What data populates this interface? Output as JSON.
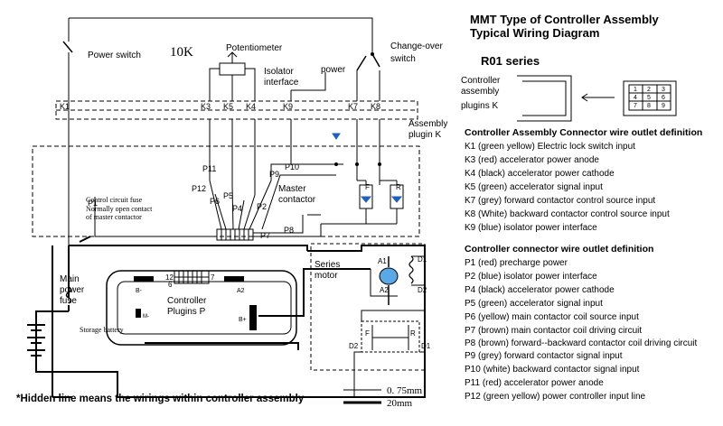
{
  "title_line1": "MMT Type of Controller Assembly",
  "title_line2": "Typical Wiring Diagram",
  "series": "R01 series",
  "plug_caption": [
    "Controller",
    "assembly",
    "plugins K"
  ],
  "plug_pins": [
    "1",
    "2",
    "3",
    "4",
    "5",
    "6",
    "7",
    "8",
    "9"
  ],
  "labels": {
    "power_switch": "Power switch",
    "pot_value": "10K",
    "potentiometer": "Potentiometer",
    "change_over": "Change-over",
    "switch": "switch",
    "isolator": "Isolator",
    "interface": "interface",
    "power": "power",
    "assembly_plug": [
      "Assembly",
      "plugin K"
    ],
    "k_pins": [
      "K1",
      "K3",
      "K5",
      "K4",
      "K9",
      "K7",
      "K8"
    ],
    "p_pins": [
      "P11",
      "P12",
      "P6",
      "P5",
      "P4",
      "P2",
      "P1",
      "P9",
      "P10",
      "P7",
      "P8"
    ],
    "master_contactor": [
      "Master",
      "contactor"
    ],
    "fuse_note": [
      "Control circuit fuse",
      "Normally open contact",
      "of master contactor"
    ],
    "main_fuse": [
      "Main",
      "power",
      "fuse"
    ],
    "storage_battery": "Storage battery",
    "controller_plugins": [
      "Controller",
      "Plugins P"
    ],
    "plug_12": "12",
    "plug_6": "6",
    "plug_7": "7",
    "terminals": [
      "B-",
      "A2",
      "B+",
      "M-"
    ],
    "series_motor": [
      "Series",
      "motor"
    ],
    "motor_terms": [
      "A1",
      "A2",
      "D1",
      "D2",
      "D2",
      "D1",
      "F",
      "R"
    ],
    "contactor_F": "F",
    "contactor_R": "R"
  },
  "legend_thin": "0. 75mm",
  "legend_thick": "20mm",
  "footnote": "*Hidden line means the wirings within controller assembly",
  "k_section": {
    "heading": "Controller Assembly Connector wire outlet definition",
    "items": [
      "K1 (green yellow) Electric lock switch input",
      "K3 (red) accelerator power anode",
      "K4 (black) accelerator power cathode",
      "K5 (green) accelerator signal input",
      "K7 (grey) forward contactor control source input",
      "K8 (White) backward contactor control source input",
      "K9 (blue) isolator power interface"
    ]
  },
  "p_section": {
    "heading": "Controller connector wire outlet definition",
    "items": [
      "P1 (red) precharge power",
      "P2 (blue) isolator power interface",
      "P4 (black) accelerator power cathode",
      "P5 (green) accelerator signal input",
      "P6 (yellow) main contactor coil source input",
      "P7 (brown) main contactor coil driving circuit",
      "P8 (brown) forward--backward contactor coil driving circuit",
      "P9 (grey) forward contactor signal input",
      "P10 (white) backward contactor signal input",
      "P11 (red) accelerator power anode",
      "P12 (green yellow) power controller input line"
    ]
  },
  "colors": {
    "line": "#000000",
    "diode": "#1f5fbf",
    "motor": "#5aa9e6",
    "wire_highlight": "#e03030"
  }
}
